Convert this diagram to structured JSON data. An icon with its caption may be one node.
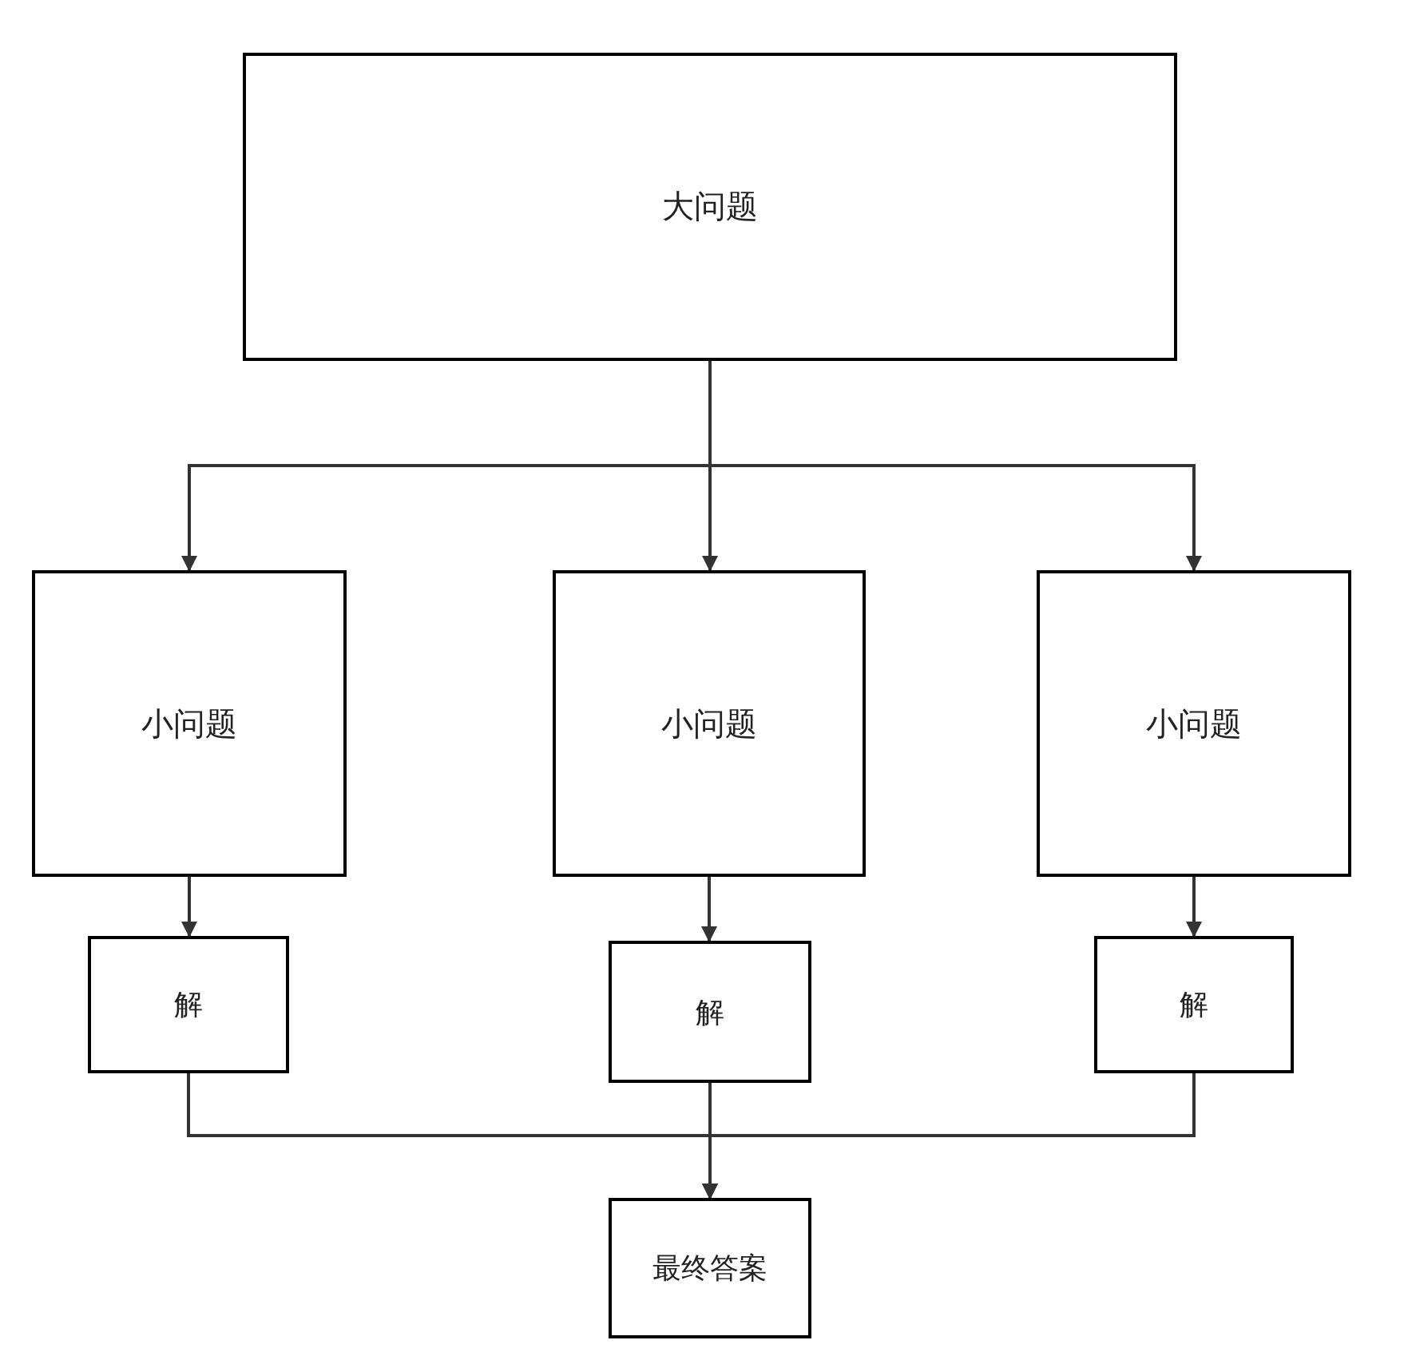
{
  "diagram": {
    "nodes": [
      {
        "text": [
          "大问题"
        ]
      },
      {
        "text": [
          "小问题"
        ]
      },
      {
        "text": [
          "小问题"
        ]
      },
      {
        "text": [
          "小问题"
        ]
      },
      {
        "text": [
          "解"
        ]
      },
      {
        "text": [
          "解"
        ]
      },
      {
        "text": [
          "解"
        ]
      },
      {
        "text": [
          "最终答案"
        ]
      }
    ],
    "edges": [
      {
        "from": 0,
        "to": 1,
        "arrow": "to"
      },
      {
        "from": 0,
        "to": 2,
        "arrow": "to"
      },
      {
        "from": 0,
        "to": 3,
        "arrow": "to"
      },
      {
        "from": 1,
        "to": 4,
        "arrow": "to"
      },
      {
        "from": 2,
        "to": 5,
        "arrow": "to"
      },
      {
        "from": 3,
        "to": 6,
        "arrow": "to"
      },
      {
        "from": 4,
        "to": 7,
        "arrow": "to"
      },
      {
        "from": 5,
        "to": 7,
        "arrow": "to"
      },
      {
        "from": 6,
        "to": 7,
        "arrow": "to"
      }
    ]
  }
}
